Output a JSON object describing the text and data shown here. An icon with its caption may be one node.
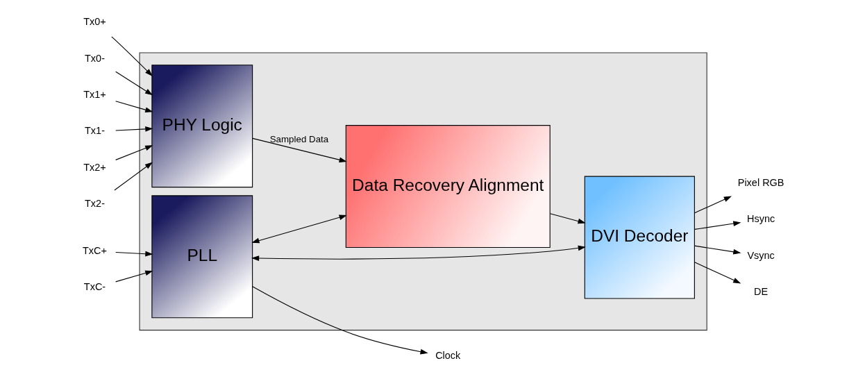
{
  "diagram": {
    "nodes": [
      {
        "text": [],
        "shape": "box"
      },
      {
        "text": [
          "Tx0+"
        ]
      },
      {
        "text": [
          "Tx0-"
        ]
      },
      {
        "text": [
          "Tx1+"
        ]
      },
      {
        "text": [
          "Tx1-"
        ]
      },
      {
        "text": [
          "Tx2+"
        ]
      },
      {
        "text": [
          "Tx2-"
        ]
      },
      {
        "text": [
          "TxC+"
        ]
      },
      {
        "text": [
          "TxC-"
        ]
      },
      {
        "text": [
          "PHY Logic"
        ],
        "in": 0
      },
      {
        "text": [
          "PLL"
        ],
        "in": 0
      },
      {
        "text": [
          "Data Recovery Alignment"
        ],
        "in": 0
      },
      {
        "text": [
          "DVI Decoder"
        ],
        "in": 0
      },
      {
        "text": [
          "Pixel RGB"
        ]
      },
      {
        "text": [
          "Hsync"
        ]
      },
      {
        "text": [
          "Vsync"
        ]
      },
      {
        "text": [
          "DE"
        ]
      },
      {
        "text": [
          "Clock"
        ]
      }
    ],
    "edges": [
      {
        "from": 1,
        "to": 9,
        "arrow": "to"
      },
      {
        "from": 2,
        "to": 9,
        "arrow": "to"
      },
      {
        "from": 3,
        "to": 9,
        "arrow": "to"
      },
      {
        "from": 4,
        "to": 9,
        "arrow": "to"
      },
      {
        "from": 5,
        "to": 9,
        "arrow": "to"
      },
      {
        "from": 6,
        "to": 9,
        "arrow": "to"
      },
      {
        "from": 7,
        "to": 10,
        "arrow": "to"
      },
      {
        "from": 8,
        "to": 10,
        "arrow": "to"
      },
      {
        "from": 9,
        "to": 11,
        "arrow": "to",
        "label": "Sampled Data"
      },
      {
        "from": 11,
        "to": 12,
        "arrow": "to"
      },
      {
        "from": 12,
        "to": 13,
        "arrow": "to"
      },
      {
        "from": 12,
        "to": 14,
        "arrow": "to"
      },
      {
        "from": 12,
        "to": 15,
        "arrow": "to"
      },
      {
        "from": 12,
        "to": 16,
        "arrow": "to"
      },
      {
        "from": 10,
        "to": 17,
        "arrow": "to"
      },
      {
        "from": 10,
        "to": 11,
        "arrow": "both"
      },
      {
        "from": 10,
        "to": 12,
        "arrow": "both"
      }
    ]
  }
}
